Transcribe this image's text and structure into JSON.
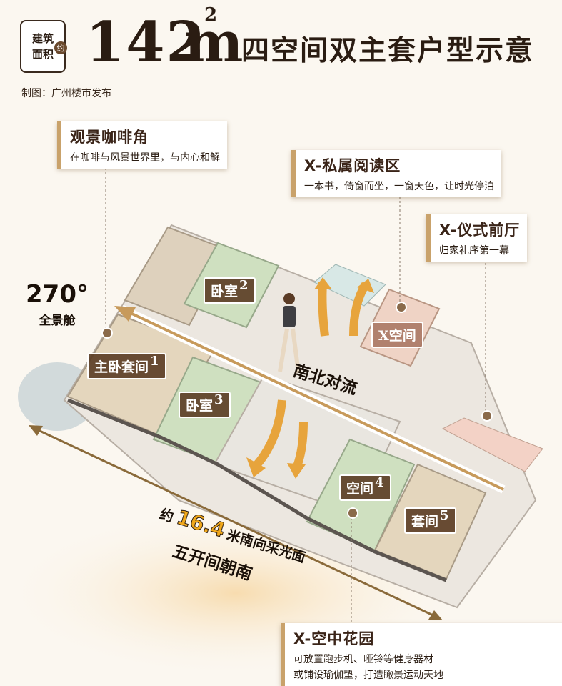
{
  "header": {
    "badge_line1": "建筑",
    "badge_line2": "面积",
    "badge_approx": "约",
    "area_number": "142",
    "area_unit": "m",
    "area_sup": "2",
    "title": "四空间双主套户型示意",
    "credit": "制图：广州楼市发布"
  },
  "callouts": {
    "coffee": {
      "title": "观景咖啡角",
      "desc": "在咖啡与风景世界里，与内心和解"
    },
    "reading": {
      "title": "X-私属阅读区",
      "desc": "一本书，倚窗而坐，一窗天色，让时光停泊"
    },
    "foyer": {
      "title": "X-仪式前厅",
      "desc": "归家礼序第一幕"
    },
    "garden": {
      "title": "X-空中花园",
      "desc1": "可放置跑步机、哑铃等健身器材",
      "desc2": "或铺设瑜伽垫，打造瞰景运动天地"
    }
  },
  "panorama": {
    "angle": "270°",
    "label": "全景舱"
  },
  "rooms": {
    "master1": {
      "label": "主卧套间",
      "num": "1"
    },
    "bed2": {
      "label": "卧室",
      "num": "2"
    },
    "bed3": {
      "label": "卧室",
      "num": "3"
    },
    "space4": {
      "label": "空间",
      "num": "4"
    },
    "suite5": {
      "label": "套间",
      "num": "5"
    },
    "xspace": {
      "label": "X空间"
    }
  },
  "features": {
    "airflow": "南北对流",
    "width_prefix": "约",
    "width_value": "16.4",
    "width_suffix": "米南向采光面",
    "orientation": "五开间朝南"
  },
  "colors": {
    "accent": "#c9a26b",
    "brown": "#5a3c23",
    "highlight": "#f0a81c"
  }
}
